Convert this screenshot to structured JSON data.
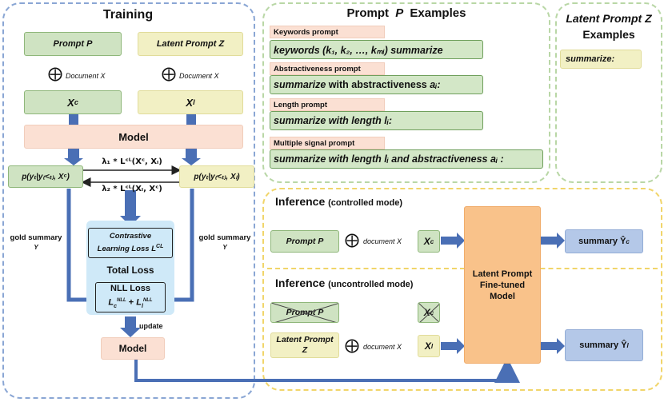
{
  "training": {
    "title": "Training",
    "prompt_p": "Prompt P",
    "latent_prompt_z": "Latent Prompt Z",
    "doc_x_left": "Document X",
    "doc_x_right": "Document X",
    "xc": "X",
    "xc_sub": "c",
    "xl": "X",
    "xl_sub": "l",
    "model": "Model",
    "prob_left": "p(yₜ|y₍<ₜ₎, Xᶜ)",
    "prob_right": "p(yₜ|y₍<ₜ₎, Xₗ)",
    "loss_top": "λ₁ * Lᶜᴸ(Xᶜ, Xₗ)",
    "loss_bottom": "λ₂ * Lᶜᴸ(Xₗ, Xᶜ)",
    "contrastive_line1": "Contrastive",
    "contrastive_line2": "Learning Loss L",
    "contrastive_sup": "CL",
    "total_loss": "Total Loss",
    "nll_loss": "NLL Loss",
    "nll_formula_a": "L",
    "nll_formula_a_sub": "c",
    "nll_formula_a_sup": "NLL",
    "nll_plus": "+",
    "nll_formula_b": "L",
    "nll_formula_b_sub": "l",
    "nll_formula_b_sup": "NLL",
    "gold_left": "gold summary",
    "gold_left_y": "Y",
    "gold_right": "gold summary",
    "gold_right_y": "Y",
    "update": "update",
    "model_bottom": "Model"
  },
  "prompt_examples": {
    "title_a": "Prompt",
    "title_p": "P",
    "title_b": "Examples",
    "items": [
      {
        "label": "Keywords prompt",
        "text": "keywords (k₁, k₂, …, kₘᵢ) summarize"
      },
      {
        "label": "Abstractiveness prompt",
        "text_a": "summarize",
        "text_b": " with abstractiveness ",
        "text_c": "aᵢ:"
      },
      {
        "label": "Length prompt",
        "text_a": "summarize",
        "text_b": " with length ",
        "text_c": "lᵢ:"
      },
      {
        "label": "Multiple signal prompt",
        "text": "summarize with length lᵢ and abstractiveness aᵢ :"
      }
    ]
  },
  "latent_examples": {
    "title_line1": "Latent Prompt Z",
    "title_line2": "Examples",
    "item": "summarize:"
  },
  "inference_controlled": {
    "title": "Inference",
    "mode": "(controlled mode)",
    "prompt": "Prompt P",
    "doc": "document X",
    "xc": "X",
    "xc_sub": "c",
    "summary": "summary Ŷ",
    "summary_sub": "c"
  },
  "inference_uncontrolled": {
    "title": "Inference",
    "mode": "(uncontrolled mode)",
    "prompt_crossed": "Prompt P",
    "xc_crossed": "X",
    "xc_crossed_sub": "c",
    "latent": "Latent Prompt",
    "latent_z": "Z",
    "doc": "document X",
    "xl": "X",
    "xl_sub": "l",
    "summary": "summary Ŷ",
    "summary_sub": "l"
  },
  "finetuned_model": {
    "line1": "Latent Prompt",
    "line2": "Fine-tuned",
    "line3": "Model"
  },
  "colors": {
    "training_border": "#8aa6d4",
    "prompt_border": "#b9d7a6",
    "inference_border": "#f1d56a",
    "arrow": "#4a6fb5"
  }
}
